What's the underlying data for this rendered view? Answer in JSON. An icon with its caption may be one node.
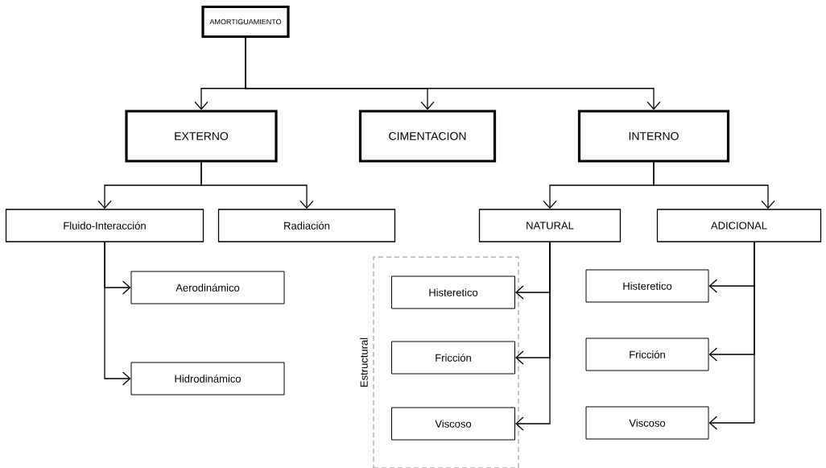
{
  "diagram": {
    "nodes": [
      {
        "text": [
          "AMORTIGUAMIENTO"
        ]
      },
      {
        "text": [
          "EXTERNO"
        ]
      },
      {
        "text": [
          "CIMENTACION"
        ]
      },
      {
        "text": [
          "INTERNO"
        ]
      },
      {
        "text": [
          "Fluido-Interacción"
        ]
      },
      {
        "text": [
          "Radiación"
        ]
      },
      {
        "text": [
          "NATURAL"
        ]
      },
      {
        "text": [
          "ADICIONAL"
        ]
      },
      {
        "text": [
          "Estructural"
        ]
      },
      {
        "text": [
          "Aerodinámico"
        ]
      },
      {
        "text": [
          "Hidrodinámico"
        ]
      },
      {
        "text": [
          "Histeretico"
        ],
        "in": 8
      },
      {
        "text": [
          "Fricción"
        ],
        "in": 8
      },
      {
        "text": [
          "Viscoso"
        ],
        "in": 8
      },
      {
        "text": [
          "Histeretico"
        ]
      },
      {
        "text": [
          "Fricción"
        ]
      },
      {
        "text": [
          "Viscoso"
        ]
      }
    ],
    "edges": [
      {
        "from": 0,
        "to": 1,
        "arrow": "to"
      },
      {
        "from": 0,
        "to": 2,
        "arrow": "to"
      },
      {
        "from": 0,
        "to": 3,
        "arrow": "to"
      },
      {
        "from": 1,
        "to": 4,
        "arrow": "to"
      },
      {
        "from": 1,
        "to": 5,
        "arrow": "to"
      },
      {
        "from": 3,
        "to": 6,
        "arrow": "to"
      },
      {
        "from": 3,
        "to": 7,
        "arrow": "to"
      },
      {
        "from": 4,
        "to": 9,
        "arrow": "to"
      },
      {
        "from": 4,
        "to": 10,
        "arrow": "to"
      },
      {
        "from": 6,
        "to": 11,
        "arrow": "to"
      },
      {
        "from": 6,
        "to": 12,
        "arrow": "to"
      },
      {
        "from": 6,
        "to": 13,
        "arrow": "to"
      },
      {
        "from": 7,
        "to": 14,
        "arrow": "to"
      },
      {
        "from": 7,
        "to": 15,
        "arrow": "to"
      },
      {
        "from": 7,
        "to": 16,
        "arrow": "to"
      }
    ]
  }
}
